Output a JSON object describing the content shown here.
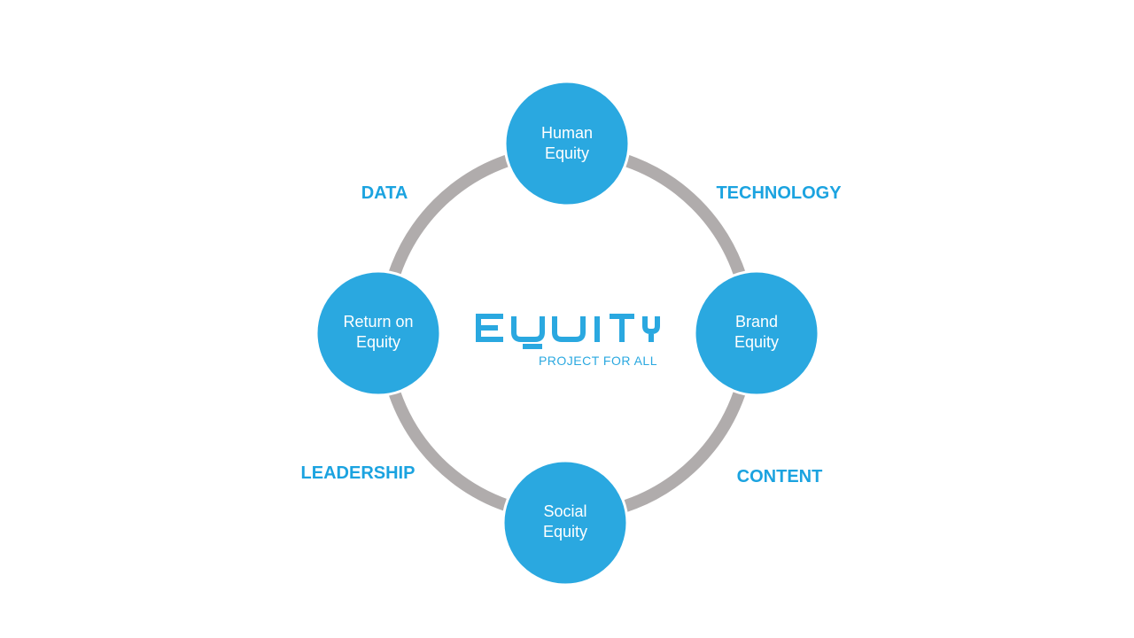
{
  "colors": {
    "node_fill": "#2aa8e0",
    "ring": "#b0acac",
    "label": "#1ba3e0",
    "node_text": "#ffffff",
    "logo": "#2aa8e0"
  },
  "nodes": {
    "human": {
      "line1": "Human",
      "line2": "Equity"
    },
    "brand": {
      "line1": "Brand",
      "line2": "Equity"
    },
    "social": {
      "line1": "Social",
      "line2": "Equity"
    },
    "return": {
      "line1": "Return on",
      "line2": "Equity"
    }
  },
  "edge_labels": {
    "data": "DATA",
    "technology": "TECHNOLOGY",
    "leadership": "LEADERSHIP",
    "content": "CONTENT"
  },
  "logo": {
    "title": "EQUITY",
    "subtitle": "PROJECT FOR ALL"
  }
}
